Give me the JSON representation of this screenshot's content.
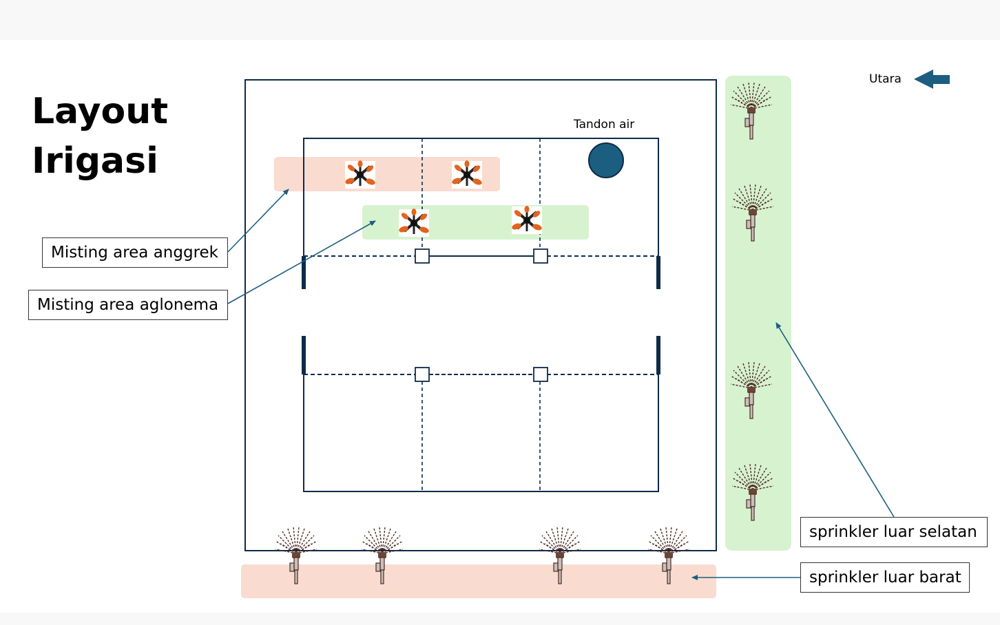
{
  "title": {
    "line1": "Layout",
    "line2": "Irigasi"
  },
  "labels": {
    "misting_anggrek": "Misting area anggrek",
    "misting_aglonema": "Misting area aglonema",
    "tandon": "Tandon air",
    "north": "Utara",
    "sprinkler_selatan": "sprinkler luar selatan",
    "sprinkler_barat": "sprinkler luar barat"
  },
  "colors": {
    "pink_zone": "#fadbd0",
    "green_zone": "#d7f2cf",
    "line_dark": "#0d2a4a",
    "tank": "#1b5e80",
    "arrow": "#1b5e80",
    "nozzle": "#e2641e"
  },
  "icons": {
    "tank": "water-tank-icon",
    "north_arrow": "arrow-left-icon",
    "mister": "mist-nozzle-icon",
    "sprinkler": "sprinkler-icon",
    "valve": "valve-box-icon"
  }
}
